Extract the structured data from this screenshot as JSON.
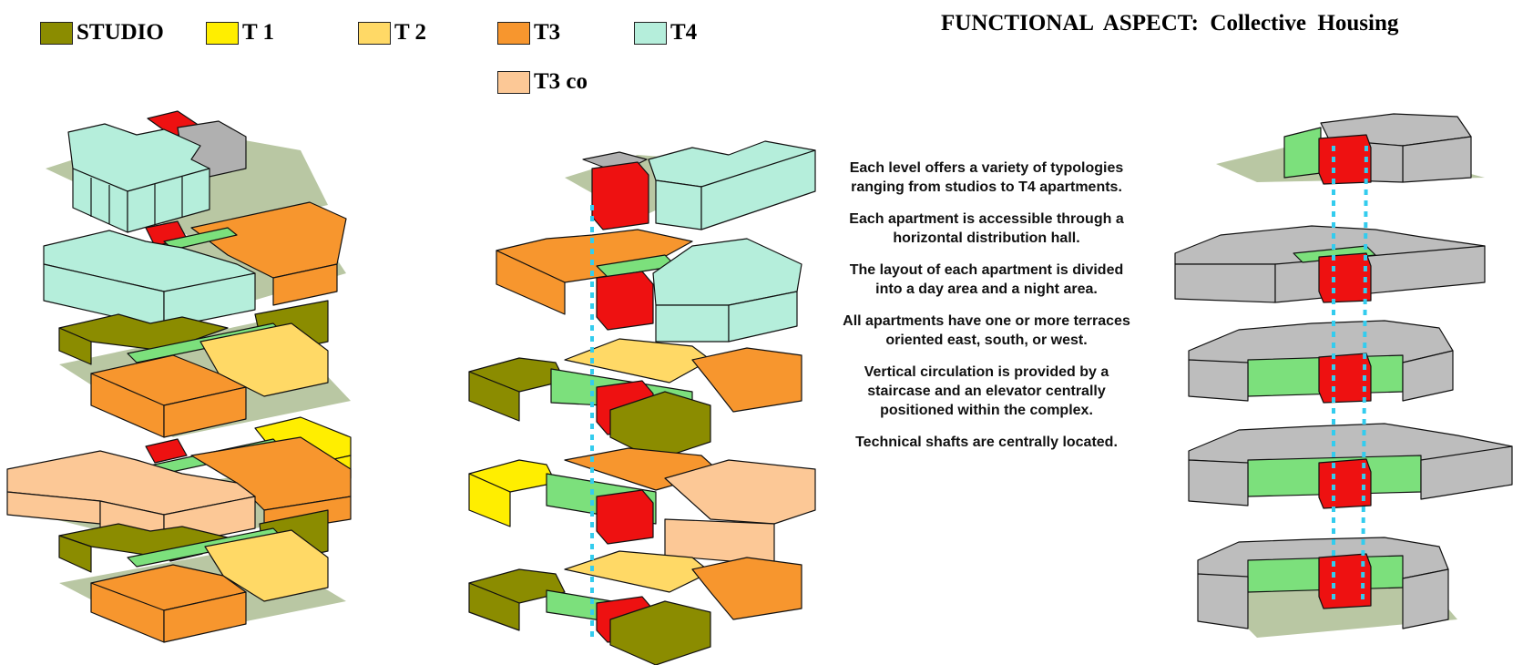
{
  "title": "FUNCTIONAL  ASPECT:  Collective  Housing",
  "legend": [
    {
      "label": "STUDIO",
      "color": "#8b8c00"
    },
    {
      "label": "T 1",
      "color": "#ffee00"
    },
    {
      "label": "T 2",
      "color": "#ffd966"
    },
    {
      "label": "T3",
      "color": "#f7962e"
    },
    {
      "label": "T4",
      "color": "#b5eedb"
    },
    {
      "label": "T3  co",
      "color": "#fcc896"
    }
  ],
  "notes": [
    "Each level offers a variety of typologies ranging from studios to T4 apartments.",
    "Each apartment is accessible through a horizontal distribution hall.",
    "The layout of each apartment is divided into a day area and a night area.",
    "All apartments have one or more terraces oriented east, south, or west.",
    "Vertical circulation is provided by a staircase and an elevator centrally positioned within the complex.",
    "Technical shafts are centrally located."
  ],
  "colors": {
    "studio": "#8b8c00",
    "t1": "#ffee00",
    "t2": "#ffd966",
    "t3": "#f7962e",
    "t4": "#b5eedb",
    "t3co": "#fcc896",
    "circulation": "#ee1111",
    "hall": "#7ce07c",
    "shaft_line": "#33ccee",
    "gray_block": "#bdbdbd",
    "shadow": "#b9c7a3"
  }
}
